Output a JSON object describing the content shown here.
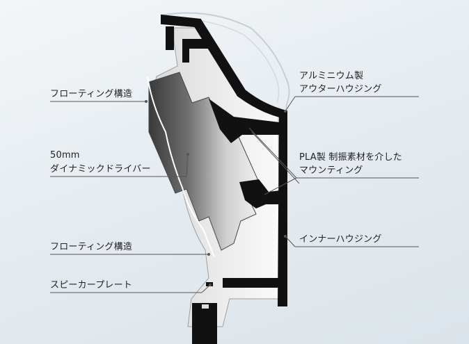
{
  "labels": {
    "floating_top": "フローティング構造",
    "driver_line1": "50mm",
    "driver_line2": "ダイナミックドライバー",
    "floating_bottom": "フローティング構造",
    "speaker_plate": "スピーカープレート",
    "outer_housing_line1": "アルミニウム製",
    "outer_housing_line2": "アウターハウジング",
    "mounting_line1": "PLA製 制振素材を介した",
    "mounting_line2": "マウンティング",
    "inner_housing": "インナーハウジング"
  },
  "colors": {
    "outer_housing": "#111111",
    "inner_fill": "#f2f2f2",
    "driver_dark": "#3a3a3a",
    "driver_light": "#e6e6e6",
    "leader": "#555555",
    "text": "#222222"
  }
}
